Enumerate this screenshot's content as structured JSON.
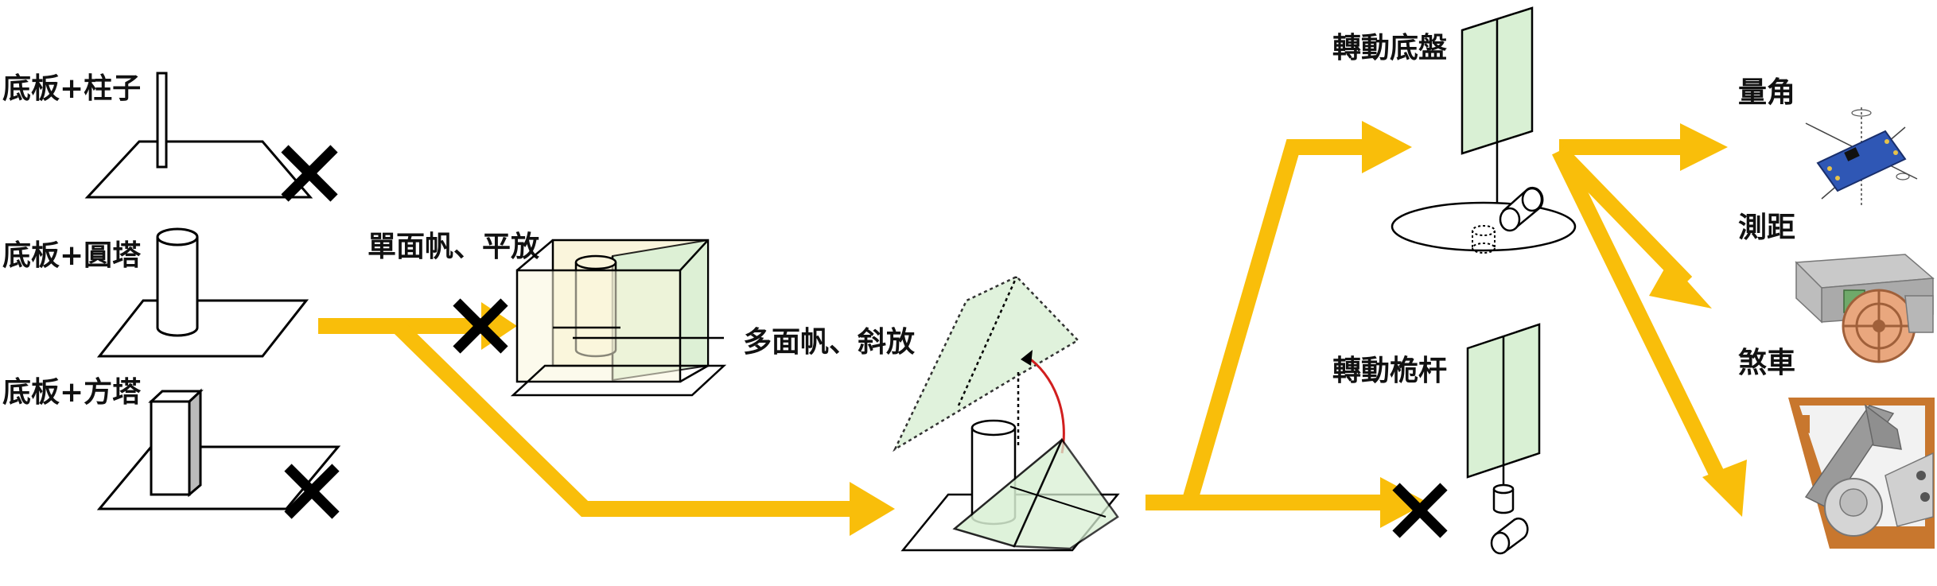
{
  "labels": {
    "base_pole": "底板+柱子",
    "base_round_tower": "底板+圓塔",
    "base_square_tower": "底板+方塔",
    "single_sail_flat": "單面帆、平放",
    "multi_sail_tilted": "多面帆、斜放",
    "rotating_chassis": "轉動底盤",
    "rotating_mast": "轉動桅杆",
    "angle_measure": "量角",
    "distance_measure": "測距",
    "brake": "煞車"
  },
  "colors": {
    "arrow": "#F9BE0A",
    "sail_fill": "#D9F0D4",
    "box_fill": "#FAF5DC",
    "reject_mark": "#000000",
    "rotation_arc": "#D11F1F",
    "brake_frame": "#C8772E"
  },
  "icons": [
    "reject-x-icon",
    "imu-sensor-icon",
    "distance-sensor-icon",
    "brake-mechanism-icon"
  ]
}
